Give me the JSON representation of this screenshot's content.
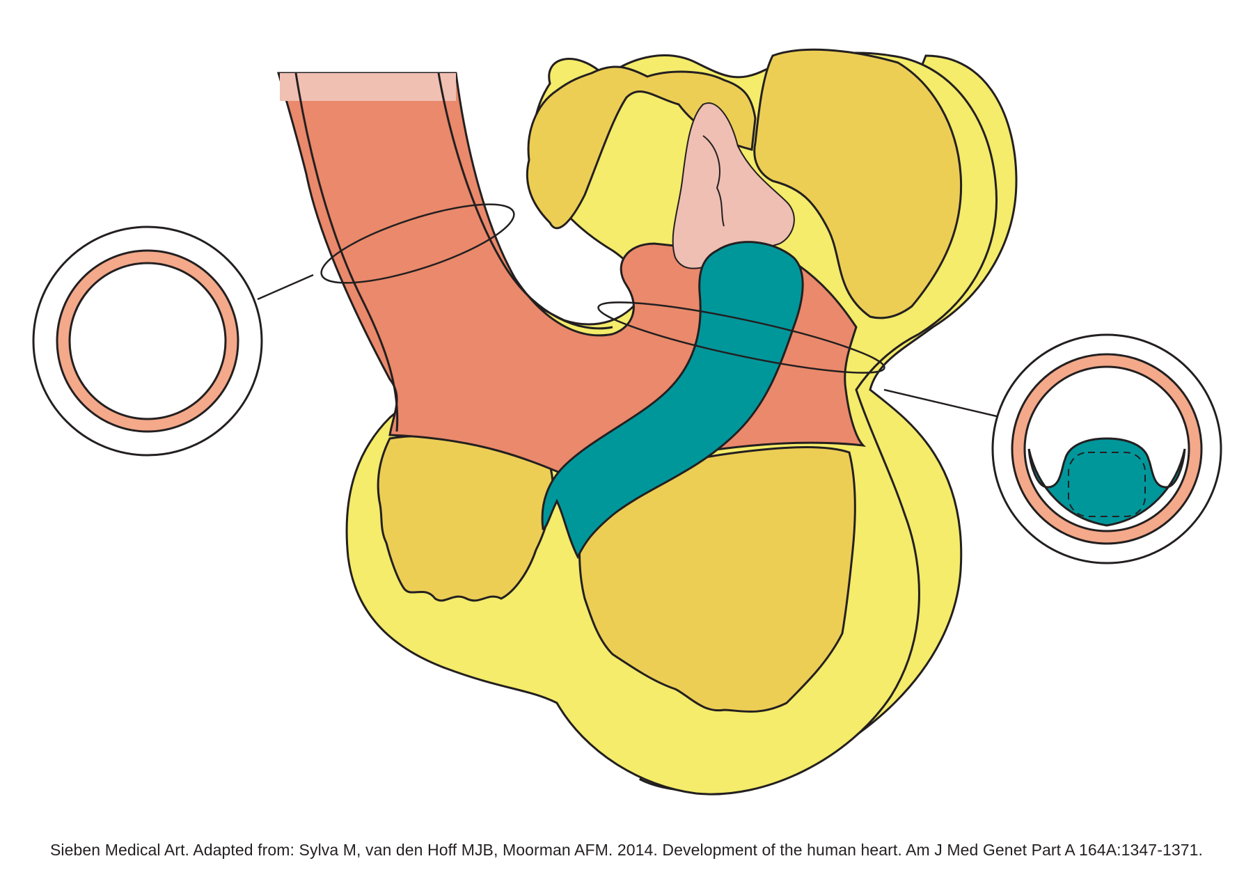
{
  "figure": {
    "caption": "Sieben Medical Art. Adapted from: Sylva M, van den Hoff MJB, Moorman AFM. 2014. Development of the human heart. Am J Med Genet Part A 164A:1347-1371."
  },
  "colors": {
    "outline": "#231f20",
    "outer_wall": "#f4ec6a",
    "myocardium": "#ecce55",
    "outflow": "#ea896b",
    "outflow_light": "#f3a98a",
    "vessel_lumen_top": "#f0c0b3",
    "cushion_light": "#efbfb3",
    "cushion_teal": "#00979b",
    "background": "#ffffff"
  },
  "icons": [
    "left-cross-section-inset",
    "right-cross-section-inset"
  ]
}
